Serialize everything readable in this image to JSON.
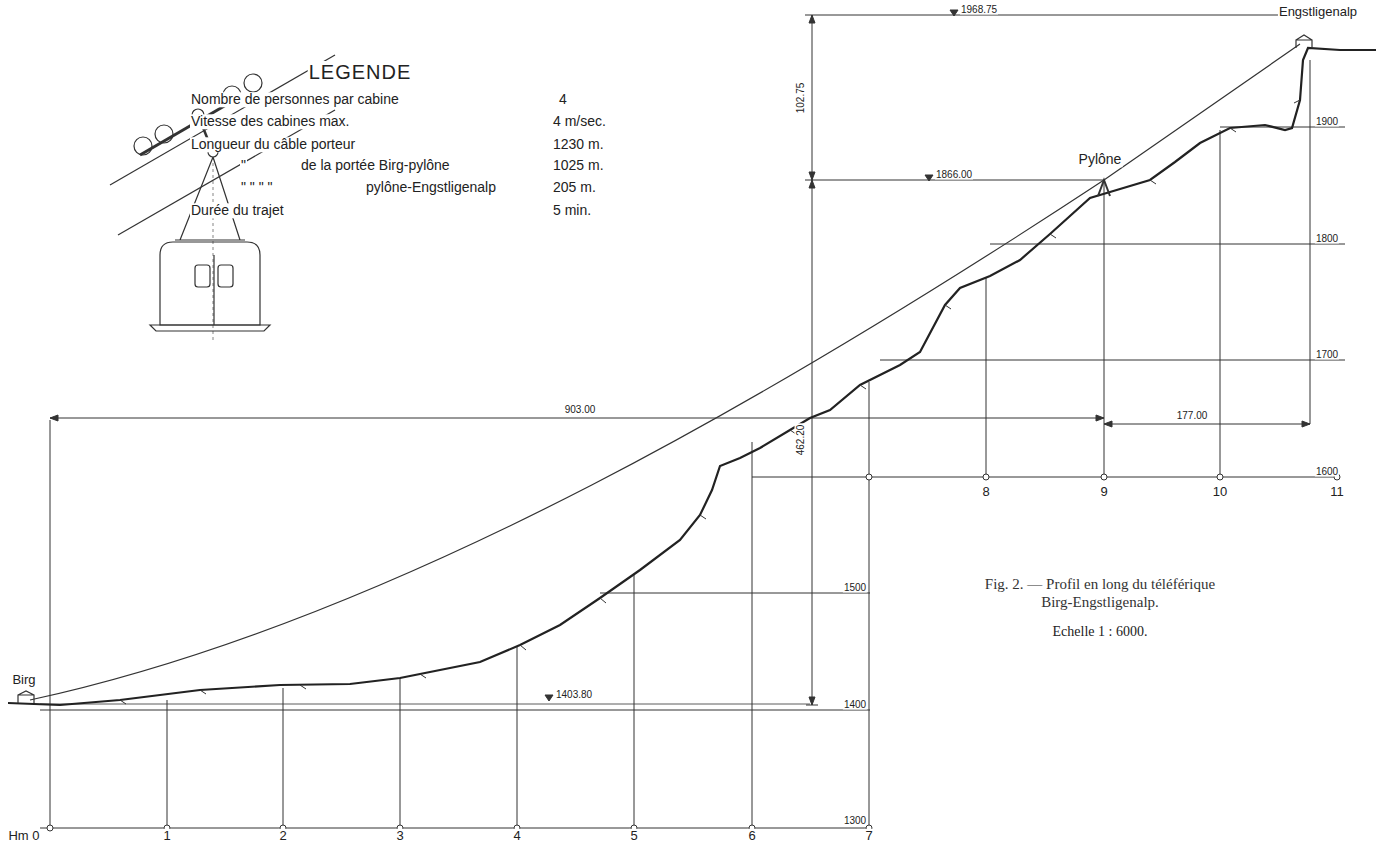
{
  "diagram": {
    "caption": "Fig. 2. — Profil en long du téléférique Birg-Engstligenalp.",
    "labels": [
      "LEGENDE",
      "Nombre de personnes par cabine",
      "4",
      "Vitesse des cabines max.",
      "4 m/sec.",
      "Longueur du câble porteur",
      "1230 m.",
      "\"",
      "de la portée Birg-pylône",
      "1025 m.",
      "\" \" \" \"",
      "pylône-Engstligenalp",
      "205 m.",
      "Durée du trajet",
      "5 min.",
      "Engstligenalp",
      "Pylône",
      "Birg",
      "1968.75",
      "1866.00",
      "1403.80",
      "102.75",
      "462.20",
      "903.00",
      "177.00",
      "1900",
      "1800",
      "1700",
      "1600",
      "1500",
      "1400",
      "1300",
      "Hm 0",
      "1",
      "2",
      "3",
      "4",
      "5",
      "6",
      "7",
      "8",
      "9",
      "10",
      "11",
      "Echelle 1 : 6000."
    ]
  }
}
